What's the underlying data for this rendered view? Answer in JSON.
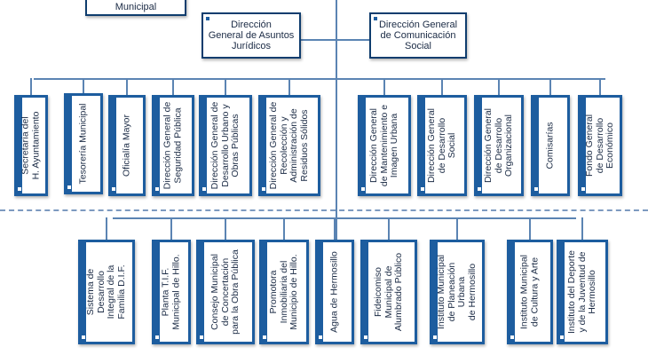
{
  "top": {
    "municipal": "Municipal",
    "juridicos": "Dirección\nGeneral de Asuntos\nJurídicos",
    "comunicacion": "Dirección General\nde Comunicación\nSocial"
  },
  "row1": [
    "Secretaría del\nH. Ayuntamiento",
    "Tesorería Municipal",
    "Oficialía Mayor",
    "Dirección General de\nSeguridad Pública",
    "Dirección General de\nDesarrollo Urbano y\nObras Públicas",
    "Dirección General de\nRecolección y\nAdministración de\nResiduos Sólidos",
    "Dirección General\nde Mantenimiento e\nImagen Urbana",
    "Dirección General\nde Desarrollo\nSocial",
    "Dirección General\nde Desarrollo\nOrganizacional",
    "Comisarías",
    "Fondo General\nde Desarrollo\nEconómico"
  ],
  "row2": [
    "Sistema de\nDesarrollo\nIntegral de la\nFamilia D.I.F.",
    "Planta T.I.F.\nMunicipal de Hillo.",
    "Consejo Municipal\nde Concertación\npara la Obra Pública",
    "Promotora\nInmobiliaria del\nMunicipio de Hillo.",
    "Agua de Hermosillo",
    "Fideicomiso\nMunicipal de\nAlumbrado Público",
    "Instituto Municipal\nde Planeación\nUrbana\nde Hermosillo",
    "Instituto Municipal\nde Cultura y Arte",
    "Instituto del Deporte\ny de la Juventud de\nHermosillo"
  ],
  "colors": {
    "accent": "#1d5d9f",
    "line": "#5b84b3"
  }
}
